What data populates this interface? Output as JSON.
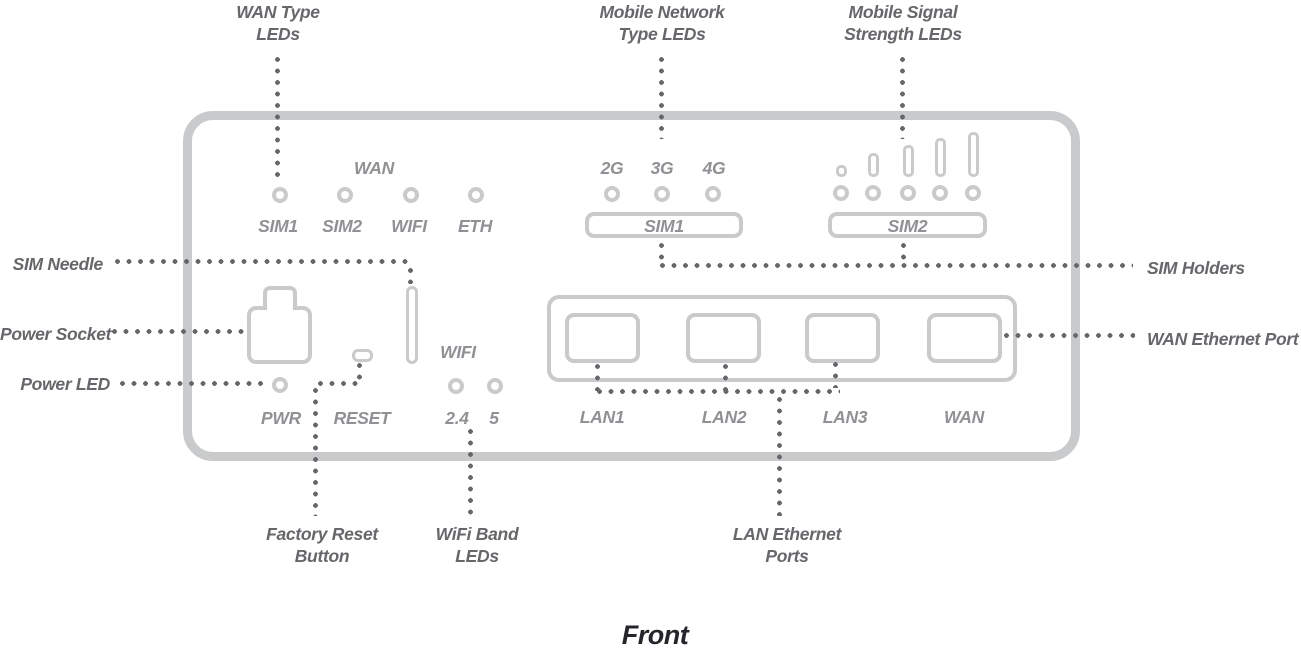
{
  "colors": {
    "device_outline": "#c9cacb",
    "callout_text": "#66676a",
    "panel_text": "#8f9194",
    "title_text": "#28242b"
  },
  "callouts": {
    "wan_type_leds": [
      "WAN Type",
      "LEDs"
    ],
    "mobile_network_type_leds": [
      "Mobile Network",
      "Type LEDs"
    ],
    "mobile_signal_strength_leds": [
      "Mobile Signal",
      "Strength LEDs"
    ],
    "sim_needle": "SIM Needle",
    "power_socket": "Power Socket",
    "power_led": "Power LED",
    "sim_holders": "SIM Holders",
    "wan_ethernet_port": "WAN Ethernet Port",
    "factory_reset_button": [
      "Factory Reset",
      "Button"
    ],
    "wifi_band_leds": [
      "WiFi Band",
      "LEDs"
    ],
    "lan_ethernet_ports": [
      "LAN Ethernet",
      "Ports"
    ]
  },
  "panel": {
    "wan_group_label": "WAN",
    "wan_type_led_labels": [
      "SIM1",
      "SIM2",
      "WIFI",
      "ETH"
    ],
    "mobile_network_led_labels": [
      "2G",
      "3G",
      "4G"
    ],
    "sim_holder_1_label": "SIM1",
    "sim_holder_2_label": "SIM2",
    "power_led_label": "PWR",
    "reset_label": "RESET",
    "wifi_group_label": "WIFI",
    "wifi_band_led_labels": [
      "2.4",
      "5"
    ],
    "port_labels": [
      "LAN1",
      "LAN2",
      "LAN3",
      "WAN"
    ]
  },
  "title": "Front"
}
